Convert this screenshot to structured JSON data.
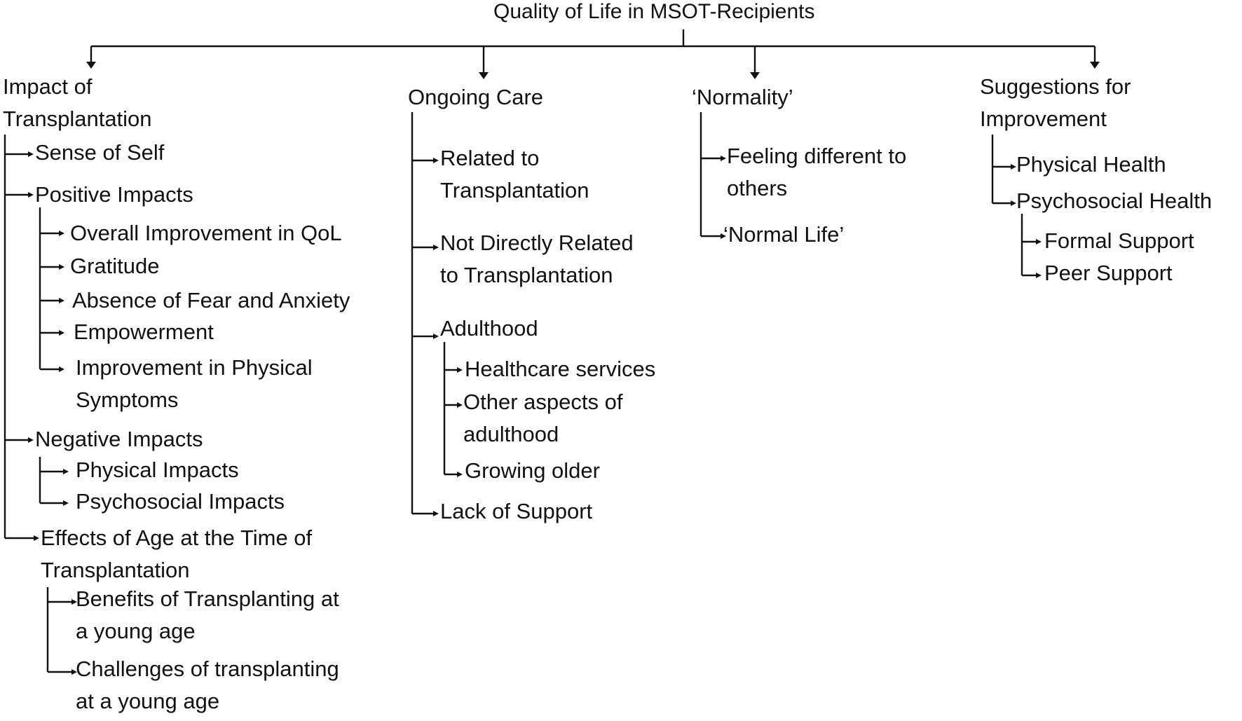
{
  "root": {
    "label": "Quality of Life in MSOT-Recipients"
  },
  "themes": {
    "impact": {
      "label_line1": "Impact of",
      "label_line2": "Transplantation",
      "sense_of_self": "Sense of Self",
      "positive_impacts": "Positive Impacts",
      "overall_improvement": "Overall Improvement in QoL",
      "gratitude": "Gratitude",
      "absence_fear": "Absence of Fear and Anxiety",
      "empowerment": "Empowerment",
      "physical_symptoms_line1": "Improvement in Physical",
      "physical_symptoms_line2": "Symptoms",
      "negative_impacts": "Negative Impacts",
      "physical_impacts": "Physical Impacts",
      "psychosocial_impacts": "Psychosocial Impacts",
      "age_effects_line1": "Effects of Age at the Time of",
      "age_effects_line2": "Transplantation",
      "benefits_line1": "Benefits of Transplanting at",
      "benefits_line2": "a young age",
      "challenges_line1": "Challenges of transplanting",
      "challenges_line2": "at a young age"
    },
    "ongoing_care": {
      "label": "Ongoing Care",
      "related_line1": "Related to",
      "related_line2": "Transplantation",
      "not_related_line1": "Not Directly Related",
      "not_related_line2": "to Transplantation",
      "adulthood": "Adulthood",
      "healthcare_services": "Healthcare services",
      "other_aspects_line1": "Other aspects of",
      "other_aspects_line2": "adulthood",
      "growing_older": "Growing older",
      "lack_of_support": "Lack of Support"
    },
    "normality": {
      "label": "‘Normality’",
      "feeling_different_line1": "Feeling different to",
      "feeling_different_line2": "others",
      "normal_life": "‘Normal Life’"
    },
    "suggestions": {
      "label_line1": "Suggestions for",
      "label_line2": "Improvement",
      "physical_health": "Physical Health",
      "psychosocial_health": "Psychosocial Health",
      "formal_support": "Formal Support",
      "peer_support": "Peer Support"
    }
  },
  "colors": {
    "line": "#111111",
    "text": "#111111",
    "background": "#ffffff"
  }
}
